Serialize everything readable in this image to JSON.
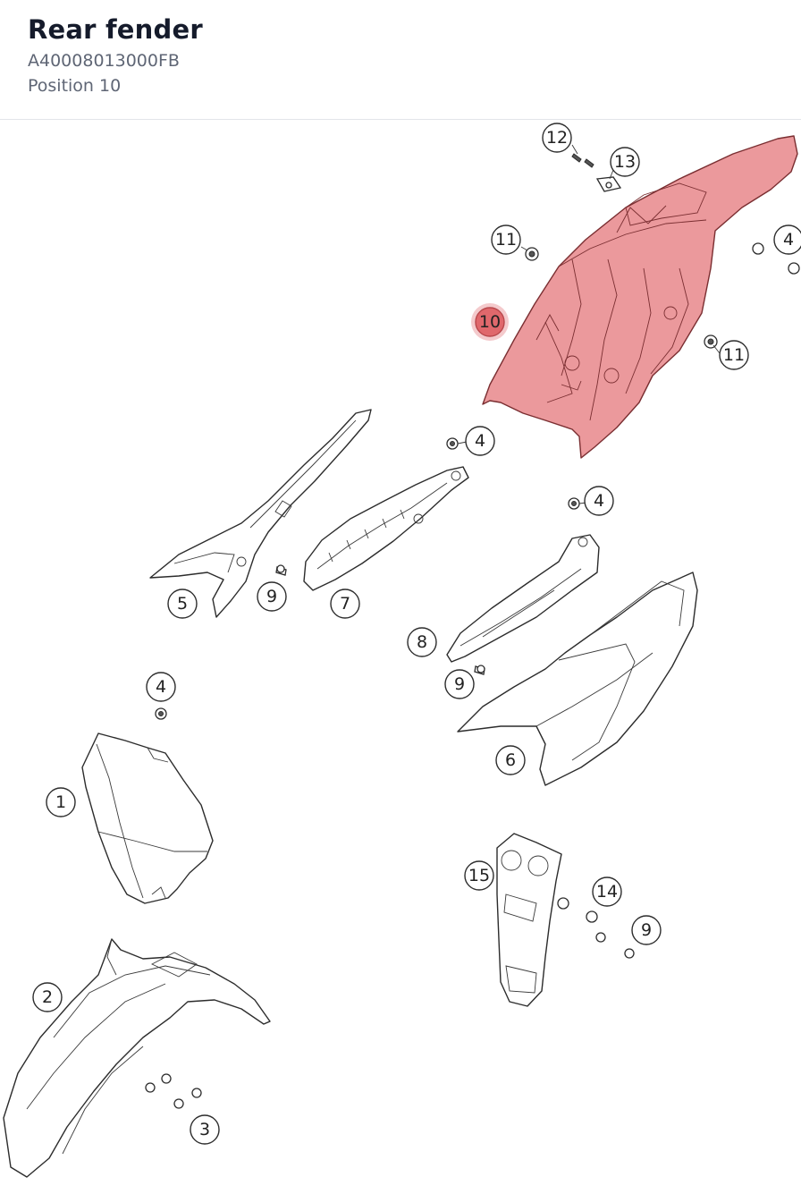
{
  "header": {
    "title": "Rear fender",
    "part_number": "A40008013000FB",
    "position_label": "Position 10"
  },
  "diagram": {
    "highlight_color": "#e0686c",
    "selected_callout": "10",
    "callouts": {
      "c1": "1",
      "c2": "2",
      "c3": "3",
      "c4a": "4",
      "c4b": "4",
      "c4c": "4",
      "c4d": "4",
      "c5": "5",
      "c6": "6",
      "c7": "7",
      "c8": "8",
      "c9a": "9",
      "c9b": "9",
      "c9c": "9",
      "c10": "10",
      "c11a": "11",
      "c11b": "11",
      "c12": "12",
      "c13": "13",
      "c14": "14",
      "c15": "15"
    }
  }
}
